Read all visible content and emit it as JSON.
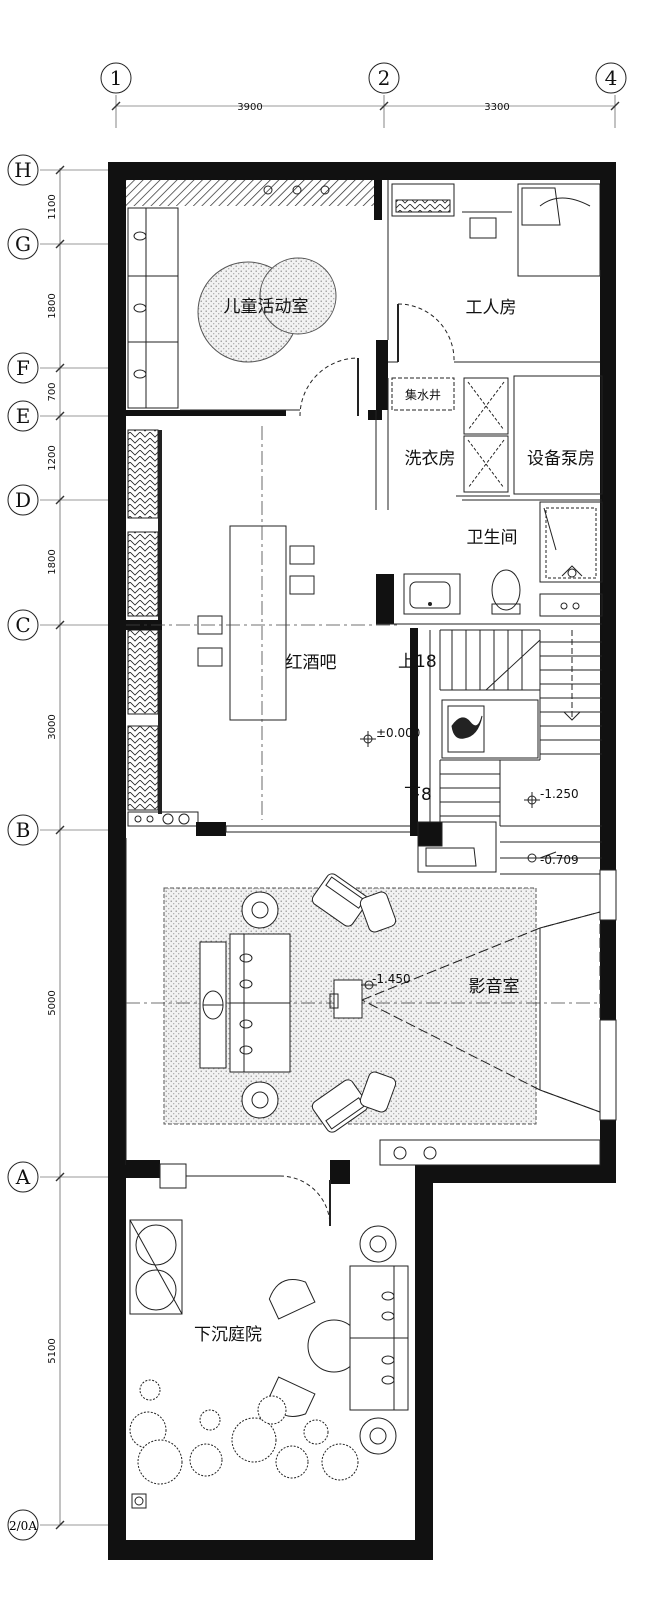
{
  "grid_columns": [
    "1",
    "2",
    "4"
  ],
  "grid_rows": [
    "H",
    "G",
    "F",
    "E",
    "D",
    "C",
    "B",
    "A",
    "2/0A"
  ],
  "top_dims": [
    "3900",
    "3300"
  ],
  "side_dims": [
    "1100",
    "1800",
    "700",
    "1200",
    "1800",
    "3000",
    "5000",
    "5100"
  ],
  "rooms": {
    "kids": "儿童活动室",
    "worker": "工人房",
    "sump": "集水井",
    "laundry": "洗衣房",
    "pump": "设备泵房",
    "bath": "卫生间",
    "winebar": "红酒吧",
    "theater": "影音室",
    "courtyard": "下沉庭院"
  },
  "annotations": {
    "up": "上18",
    "down": "下8",
    "level0": "±0.000",
    "level1": "-1.250",
    "level2": "-0.709",
    "level3": "-1.450"
  }
}
